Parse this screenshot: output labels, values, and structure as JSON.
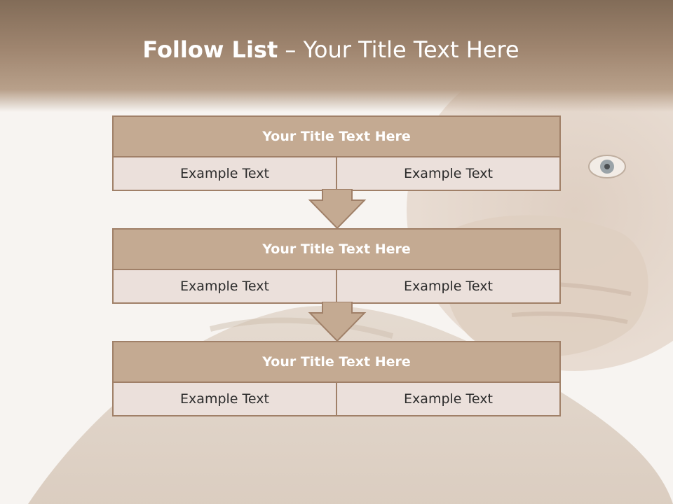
{
  "slide": {
    "title_bold": "Follow List",
    "title_rest": " – Your Title Text Here"
  },
  "steps": [
    {
      "title": "Your Title Text Here",
      "left": "Example Text",
      "right": "Example Text"
    },
    {
      "title": "Your Title Text Here",
      "left": "Example Text",
      "right": "Example Text"
    },
    {
      "title": "Your Title Text Here",
      "left": "Example Text",
      "right": "Example Text"
    }
  ],
  "colors": {
    "header": "#826c58",
    "box_title": "#c4aa92",
    "box_cell": "#ebe0db",
    "border": "#a08068"
  }
}
